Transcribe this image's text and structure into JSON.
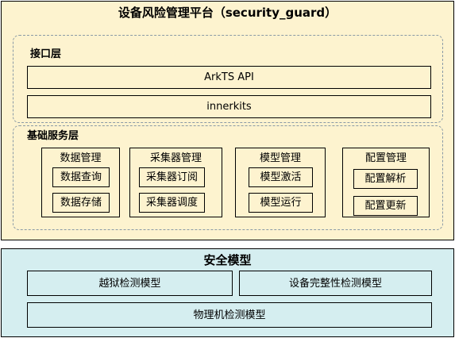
{
  "colors": {
    "platform_bg": "#fdf3cf",
    "model_bg": "#d5eef0",
    "border": "#000000",
    "dashed_border": "#8a9aa6"
  },
  "platform": {
    "title": "设备风险管理平台（security_guard）",
    "interface_layer": {
      "title": "接口层",
      "items": [
        "ArkTS API",
        "innerkits"
      ]
    },
    "service_layer": {
      "title": "基础服务层",
      "groups": [
        {
          "title": "数据管理",
          "items": [
            "数据查询",
            "数据存储"
          ]
        },
        {
          "title": "采集器管理",
          "items": [
            "采集器订阅",
            "采集器调度"
          ]
        },
        {
          "title": "模型管理",
          "items": [
            "模型激活",
            "模型运行"
          ]
        },
        {
          "title": "配置管理",
          "items": [
            "配置解析",
            "配置更新"
          ]
        }
      ]
    }
  },
  "security_models": {
    "title": "安全模型",
    "items": [
      "越狱检测模型",
      "设备完整性检测模型",
      "物理机检测模型"
    ]
  }
}
